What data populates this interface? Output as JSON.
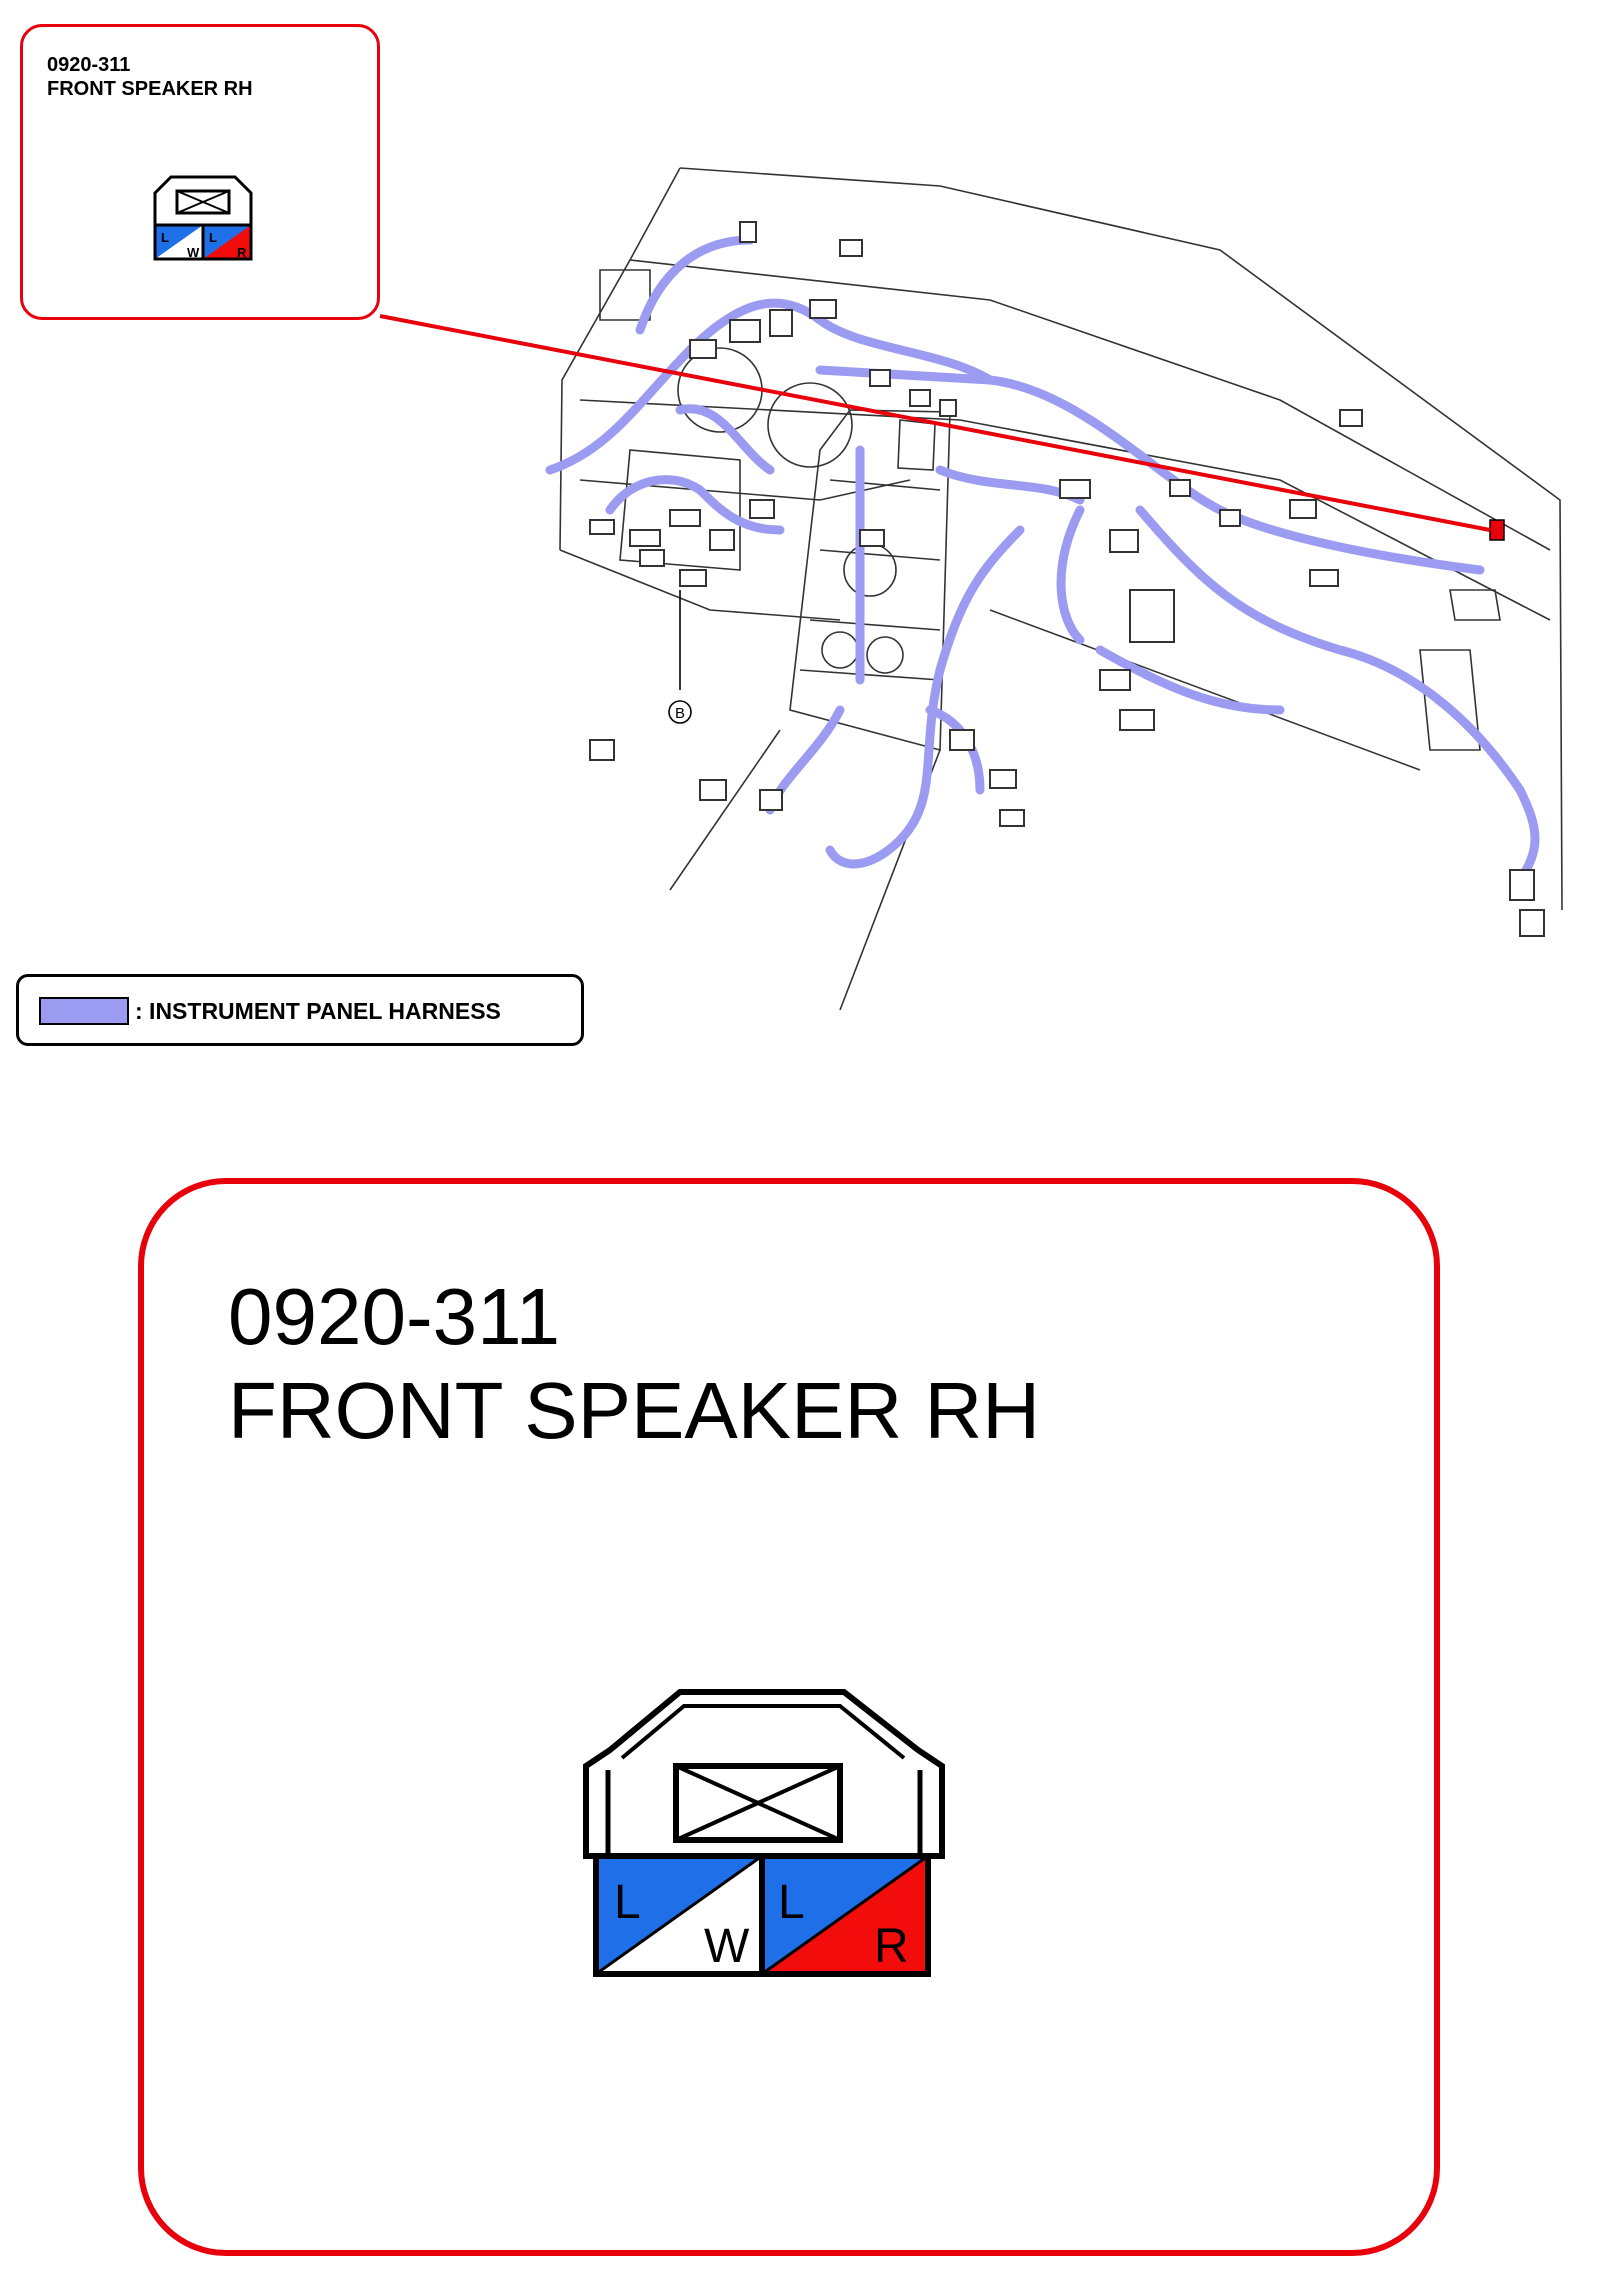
{
  "callout": {
    "code": "0920-311",
    "name": "FRONT SPEAKER RH"
  },
  "connector": {
    "terminals": [
      {
        "top_letter": "L",
        "bottom_letter": "W",
        "top_color": "#1f6fe8",
        "bottom_color": "#ffffff"
      },
      {
        "top_letter": "L",
        "bottom_letter": "R",
        "top_color": "#1f6fe8",
        "bottom_color": "#f20c0c"
      }
    ]
  },
  "legend": {
    "label": ": INSTRUMENT PANEL HARNESS",
    "color": "#9b9cf1"
  },
  "diagram": {
    "reference_marker": "B"
  },
  "colors": {
    "callout_border": "#e8000b",
    "harness": "#9b9cf1",
    "blue_wire": "#1f6fe8",
    "red_wire": "#f20c0c"
  }
}
